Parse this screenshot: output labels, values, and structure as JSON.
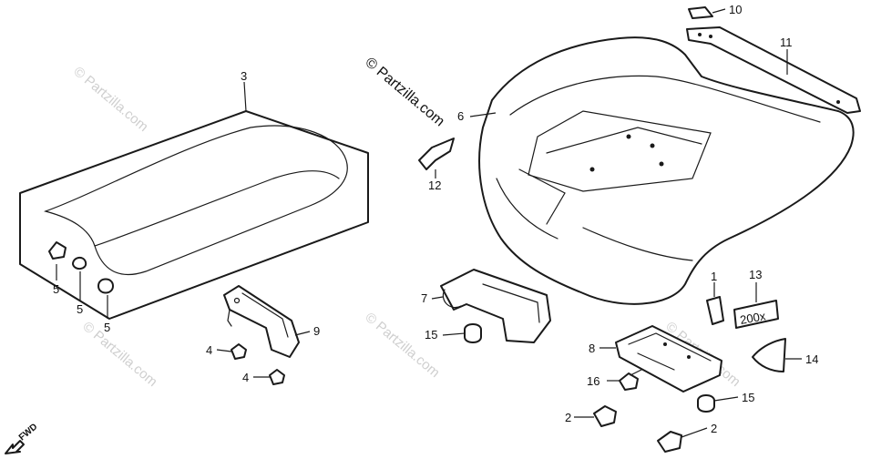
{
  "watermark_text": "© Partzilla.com",
  "brand_text": "© Partzilla.com",
  "fwd_label": "FWD",
  "emblem_text": "200x",
  "callouts": {
    "c1": "1",
    "c2a": "2",
    "c2b": "2",
    "c3": "3",
    "c4a": "4",
    "c4b": "4",
    "c5a": "5",
    "c5b": "5",
    "c5c": "5",
    "c6": "6",
    "c7": "7",
    "c8": "8",
    "c9": "9",
    "c10": "10",
    "c11": "11",
    "c12": "12",
    "c13": "13",
    "c14": "14",
    "c15a": "15",
    "c15b": "15",
    "c16": "16"
  }
}
